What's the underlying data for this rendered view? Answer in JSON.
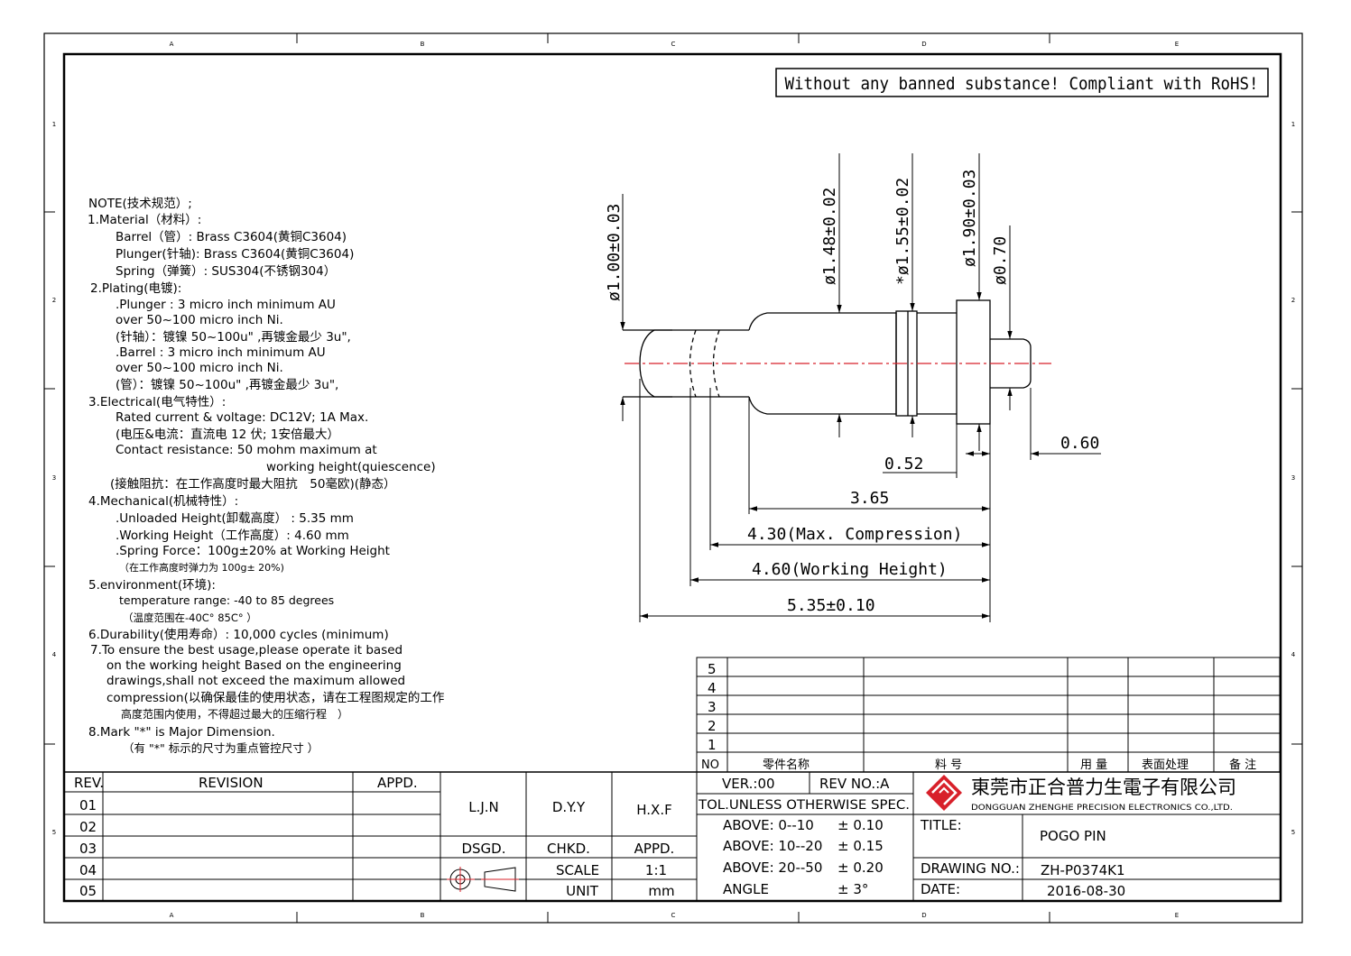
{
  "rohs_banner": "Without any banned substance! Compliant with RoHS!",
  "frame": {
    "col_labels": [
      "A",
      "B",
      "C",
      "D",
      "E"
    ],
    "row_labels": [
      "1",
      "2",
      "3",
      "4",
      "5"
    ]
  },
  "notes": {
    "heading": "NOTE(技术规范）;",
    "lines": [
      "1.Material（材料）:",
      "Barrel（管）:  Brass C3604(黄铜C3604)",
      "Plunger(针轴):  Brass C3604(黄铜C3604)",
      "Spring（弹簧）:  SUS304(不锈钢304）",
      "2.Plating(电镀):",
      ".Plunger : 3 micro inch minimum AU",
      "over 50~100 micro inch Ni.",
      "(针轴）：镀镍 50~100u\" ,再镀金最少 3u\",",
      ".Barrel : 3 micro inch minimum AU",
      "over 50~100 micro inch Ni.",
      "(管）：镀镍 50~100u\" ,再镀金最少 3u\",",
      "3.Electrical(电气特性）:",
      "Rated current & voltage: DC12V; 1A Max.",
      "(电压&电流：直流电 12 伏; 1安倍最大）",
      "Contact resistance: 50 mohm maximum at",
      "working height(quiescence)",
      "(接触阻抗：在工作高度时最大阻抗　50毫欧)(静态）",
      "4.Mechanical(机械特性）:",
      ".Unloaded Height(卸载高度） :  5.35 mm",
      ".Working Height（工作高度）:   4.60 mm",
      ".Spring  Force：100g±20% at Working Height",
      "（在工作高度时弹力为 100g± 20%)",
      "5.environment(环境):",
      "temperature range: -40 to 85 degrees",
      "（温度范围在-40C°  85C°  ）",
      "6.Durability(使用寿命）: 10,000 cycles (minimum)",
      "7.To ensure the best usage,please operate it based",
      "on the working height Based on the engineering",
      "drawings,shall not exceed the maximum allowed",
      "compression(以确保最佳的使用状态，请在工程图规定的工作",
      "高度范围内使用，不得超过最大的压缩行程　）",
      "8.Mark \"*\" is Major Dimension.",
      "（有 \"*\" 标示的尺寸为重点管控尺寸 ）"
    ]
  },
  "dimensions": {
    "d_tip": "ø1.00±0.03",
    "d_barrel": "ø1.48±0.02",
    "d_ring": "*ø1.55±0.02",
    "d_flange": "ø1.90±0.03",
    "d_tail": "ø0.70",
    "l_flange": "0.52",
    "l_tail": "0.60",
    "l_barrel": "3.65",
    "l_max": "4.30(Max. Compression)",
    "l_work": "4.60(Working Height)",
    "l_total": "5.35±0.10"
  },
  "bom": {
    "rows": [
      "5",
      "4",
      "3",
      "2",
      "1"
    ],
    "header": [
      "NO",
      "零件名称",
      "料 号",
      "用 量",
      "表面处理",
      "备 注"
    ]
  },
  "revision": {
    "headers": [
      "REV.",
      "REVISION",
      "APPD."
    ],
    "rows": [
      "01",
      "02",
      "03",
      "04",
      "05"
    ]
  },
  "signoff": {
    "names": [
      "L.J.N",
      "D.Y.Y",
      "H.X.F"
    ],
    "roles": [
      "DSGD.",
      "CHKD.",
      "APPD."
    ],
    "scale_label": "SCALE",
    "scale_value": "1:1",
    "unit_label": "UNIT",
    "unit_value": "mm"
  },
  "tolerance": {
    "ver": "VER.:00",
    "rev_no": "REV NO.:A",
    "title": "TOL.UNLESS OTHERWISE SPEC.",
    "rows": [
      {
        "range": "ABOVE:  0--10",
        "tol": "± 0.10"
      },
      {
        "range": "ABOVE: 10--20",
        "tol": "± 0.15"
      },
      {
        "range": "ABOVE: 20--50",
        "tol": "± 0.20"
      },
      {
        "range": "ANGLE",
        "tol": "± 3°"
      }
    ]
  },
  "company": {
    "name_cn": "東莞市正合普力生電子有限公司",
    "name_en": "DONGGUAN ZHENGHE PRECISION ELECTRONICS CO.,LTD.",
    "logo_color": "#d8202a"
  },
  "title_block": {
    "title_label": "TITLE:",
    "title_value": "POGO PIN",
    "drawing_label": "DRAWING NO.:",
    "drawing_value": "ZH-P0374K1",
    "date_label": "DATE:",
    "date_value": "2016-08-30"
  },
  "colors": {
    "centerline": "#d8202a"
  }
}
